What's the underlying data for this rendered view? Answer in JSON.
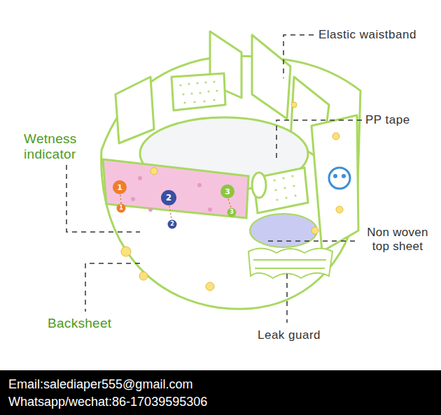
{
  "diagram": {
    "labels": [
      "Elastic waistband",
      "PP tape",
      "Wetness indicator",
      "1",
      "2",
      "3",
      "1",
      "2",
      "3",
      "Non woven top sheet",
      "Backsheet",
      "Leak guard",
      "Email:salediaper555@gmail.com",
      "Whatsapp/wechat:86-17039595306"
    ]
  }
}
